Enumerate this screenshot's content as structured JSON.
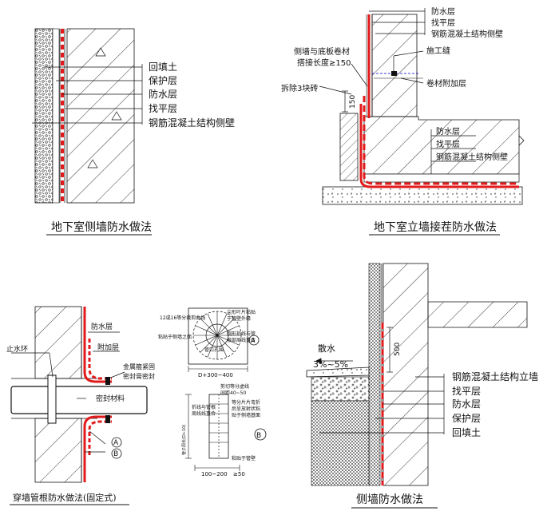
{
  "diagram1": {
    "title": "地下室侧墙防水做法",
    "labels": [
      "回填土",
      "保护层",
      "防水层",
      "找平层",
      "钢筋混凝土结构侧壁"
    ]
  },
  "diagram2": {
    "title": "地下室立墙接茬防水做法",
    "top_labels": [
      "防水层",
      "找平层",
      "钢筋混凝土结构侧壁"
    ],
    "overlap_label_line1": "侧墙与底板卷材",
    "overlap_label_line2": "搭接长度≥150",
    "joint_label": "施工缝",
    "remove_label": "拆除3块砖",
    "dim_150": "150",
    "additional_label": "卷材附加层",
    "bottom_labels": [
      "防水层",
      "找平层",
      "钢筋混凝土结构侧壁"
    ]
  },
  "diagram3": {
    "title": "穿墙管根防水做法(固定式)",
    "waterproof_label": "防水层",
    "stop_ring_label": "止水环",
    "additional_label": "附加层",
    "clamp_label_line1": "金属箍紧固",
    "clamp_label_line2": "密封膏密封",
    "seal_label": "密封材料",
    "callout_a": "A",
    "callout_b": "B",
    "detail_a": {
      "note1": "12或16等分裁剪曲线",
      "note2_line1": "尖形叶片粘贴",
      "note2_line2": "于管壁外缘",
      "note3": "粘贴于侧墙之面",
      "note4_line1": "圆形折线与管",
      "note4_line2": "根部周线重合",
      "note5": "管口孔围",
      "dim": "D+300~400",
      "callout": "A"
    },
    "detail_b": {
      "note1_line1": "剪切等分虚线",
      "note1_line2": "间距40~50",
      "note2_line1": "折线与管根",
      "note2_line2": "周线线重合",
      "note3_line1": "等分片片弯折",
      "note3_line2": "后呈放射状粘",
      "note3_line3": "贴于侧墙基面",
      "note4": "粘贴于管壁",
      "dim_left": "管子周长(D+10)",
      "dim_bottom": "100~200",
      "dim_right": "≥50",
      "callout": "B"
    }
  },
  "diagram4": {
    "title": "侧墙防水做法",
    "slope_label": "散水",
    "slope_value": "3%~5%",
    "dim_500": "500",
    "labels": [
      "钢筋混凝土结构立墙",
      "找平层",
      "防水层",
      "保护层",
      "回填土"
    ]
  },
  "colors": {
    "waterproof": "#e11b1b",
    "line": "#111111",
    "leader": "#0000cc"
  }
}
